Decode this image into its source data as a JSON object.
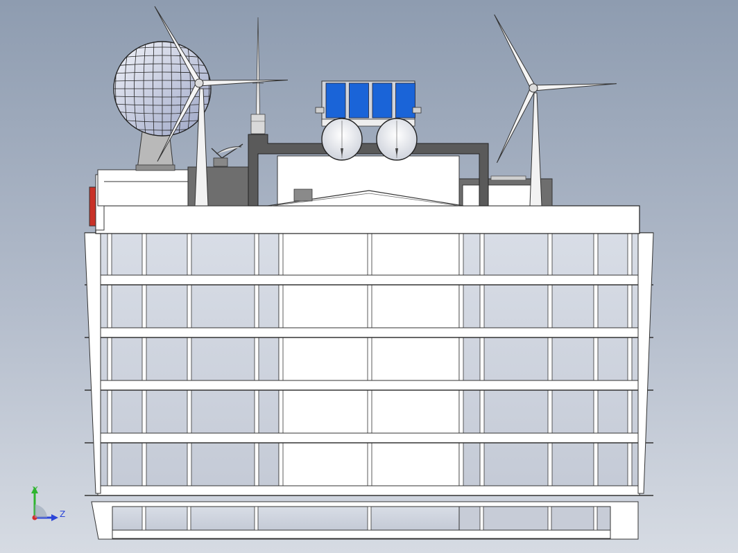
{
  "viewport": {
    "background_top": "#8e9cb0",
    "background_bottom": "#d6dbe3"
  },
  "triad": {
    "y_label": "Y",
    "z_label": "Z",
    "y_color": "#2fb52f",
    "z_color": "#2b45d8",
    "x_color": "#d42b2b"
  },
  "model": {
    "floor_slabs": 6,
    "mullion_columns": 11,
    "wind_turbines": 2,
    "satellite_dishes": 2,
    "solar_panel_cells": 4,
    "colors": {
      "structure": "#ffffff",
      "outline": "#1a1a1a",
      "solar_panel": "#1a64d8",
      "frame": "#555555",
      "dark_block": "#6e6e6e",
      "red_sign": "#c83228"
    }
  }
}
